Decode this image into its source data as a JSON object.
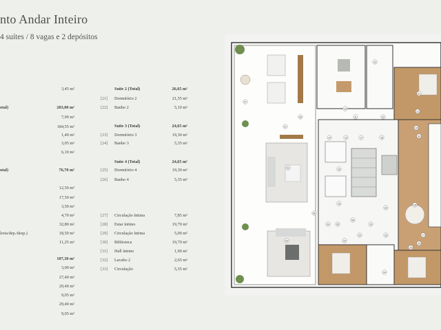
{
  "header": {
    "title": "nto Andar Inteiro",
    "subtitle": "4 suítes / 8 vagas e 2 depósitos"
  },
  "left_table": [
    {
      "label": "",
      "value": "3,45 m²",
      "bold": false
    },
    {
      "label": "otal)",
      "value": "203,00 m²",
      "bold": true
    },
    {
      "label": "",
      "value": "7,90 m²",
      "bold": false
    },
    {
      "label": "",
      "value": "184,55 m²",
      "bold": false
    },
    {
      "label": "",
      "value": "1,40 m²",
      "bold": false
    },
    {
      "label": "",
      "value": "3,05 m²",
      "bold": false
    },
    {
      "label": "",
      "value": "6,10 m²",
      "bold": false
    },
    {
      "label": "otal)",
      "value": "76,70 m²",
      "bold": true
    },
    {
      "label": "",
      "value": "12,50 m²",
      "bold": false
    },
    {
      "label": "",
      "value": "17,50 m²",
      "bold": false
    },
    {
      "label": "",
      "value": "3,50 m²",
      "bold": false
    },
    {
      "label": "",
      "value": "4,70 m²",
      "bold": false
    },
    {
      "label": "",
      "value": "32,80 m²",
      "bold": false
    },
    {
      "label": "leria/dep./desp.)",
      "value": "18,50 m²",
      "bold": false
    },
    {
      "label": "",
      "value": "11,25 m²",
      "bold": false
    },
    {
      "label": "",
      "value": "107,30 m²",
      "bold": true
    },
    {
      "label": "",
      "value": "3,00 m²",
      "bold": false
    },
    {
      "label": "",
      "value": "27,40 m²",
      "bold": false
    },
    {
      "label": "",
      "value": "29,40 m²",
      "bold": false
    },
    {
      "label": "",
      "value": "9,05 m²",
      "bold": false
    },
    {
      "label": "",
      "value": "29,40 m²",
      "bold": false
    },
    {
      "label": "",
      "value": "9,05 m²",
      "bold": false
    }
  ],
  "right_table": [
    {
      "num": "",
      "label": "Suíte 2 (Total)",
      "value": "26,65 m²",
      "bold": true
    },
    {
      "num": "[21]",
      "label": "Dormitório 2",
      "value": "21,55 m²",
      "bold": false
    },
    {
      "num": "[22]",
      "label": "Banho 2",
      "value": "5,10 m²",
      "bold": false
    },
    {
      "num": "",
      "label": "Suíte 3 (Total)",
      "value": "24,65 m²",
      "bold": true
    },
    {
      "num": "[23]",
      "label": "Dormitório 3",
      "value": "19,30 m²",
      "bold": false
    },
    {
      "num": "[24]",
      "label": "Banho 3",
      "value": "5,35 m²",
      "bold": false
    },
    {
      "num": "",
      "label": "Suíte 4 (Total)",
      "value": "24,65 m²",
      "bold": true
    },
    {
      "num": "[25]",
      "label": "Dormitório 4",
      "value": "19,30 m²",
      "bold": false
    },
    {
      "num": "[26]",
      "label": "Banho 4",
      "value": "5,35 m²",
      "bold": false
    },
    {
      "num": "[27]",
      "label": "Circulação íntima",
      "value": "7,85 m²",
      "bold": false
    },
    {
      "num": "[28]",
      "label": "Estar íntimo",
      "value": "19,70 m²",
      "bold": false
    },
    {
      "num": "[29]",
      "label": "Circulação íntima",
      "value": "5,00 m²",
      "bold": false
    },
    {
      "num": "[30]",
      "label": "Biblioteca",
      "value": "19,70 m²",
      "bold": false
    },
    {
      "num": "[31]",
      "label": "Hall íntimo",
      "value": "1,90 m²",
      "bold": false
    },
    {
      "num": "[32]",
      "label": "Lavabo 2",
      "value": "2,65 m²",
      "bold": false
    },
    {
      "num": "[33]",
      "label": "Circulação",
      "value": "5,35 m²",
      "bold": false
    }
  ],
  "plan_labels": [
    "07",
    "09",
    "10",
    "11",
    "12",
    "13",
    "14",
    "15",
    "16",
    "17",
    "18",
    "19",
    "20",
    "21",
    "22",
    "23",
    "24",
    "25",
    "26",
    "27",
    "28",
    "29",
    "30",
    "31",
    "32",
    "33",
    "01",
    "02",
    "03",
    "04",
    "05",
    "06",
    "08"
  ]
}
